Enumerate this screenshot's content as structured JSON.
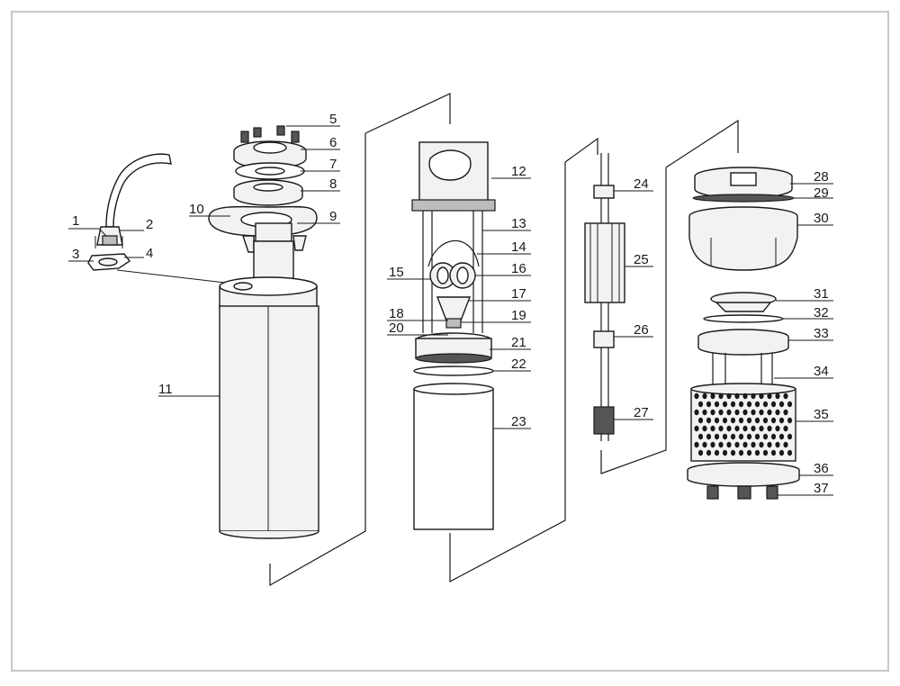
{
  "diagram": {
    "labels": [
      {
        "id": "1",
        "text": "1"
      },
      {
        "id": "2",
        "text": "2"
      },
      {
        "id": "3",
        "text": "3"
      },
      {
        "id": "4",
        "text": "4"
      },
      {
        "id": "5",
        "text": "5"
      },
      {
        "id": "6",
        "text": "6"
      },
      {
        "id": "7",
        "text": "7"
      },
      {
        "id": "8",
        "text": "8"
      },
      {
        "id": "9",
        "text": "9"
      },
      {
        "id": "10",
        "text": "10"
      },
      {
        "id": "11",
        "text": "11"
      },
      {
        "id": "12",
        "text": "12"
      },
      {
        "id": "13",
        "text": "13"
      },
      {
        "id": "14",
        "text": "14"
      },
      {
        "id": "15",
        "text": "15"
      },
      {
        "id": "16",
        "text": "16"
      },
      {
        "id": "17",
        "text": "17"
      },
      {
        "id": "18",
        "text": "18"
      },
      {
        "id": "19",
        "text": "19"
      },
      {
        "id": "20",
        "text": "20"
      },
      {
        "id": "21",
        "text": "21"
      },
      {
        "id": "22",
        "text": "22"
      },
      {
        "id": "23",
        "text": "23"
      },
      {
        "id": "24",
        "text": "24"
      },
      {
        "id": "25",
        "text": "25"
      },
      {
        "id": "26",
        "text": "26"
      },
      {
        "id": "27",
        "text": "27"
      },
      {
        "id": "28",
        "text": "28"
      },
      {
        "id": "29",
        "text": "29"
      },
      {
        "id": "30",
        "text": "30"
      },
      {
        "id": "31",
        "text": "31"
      },
      {
        "id": "32",
        "text": "32"
      },
      {
        "id": "33",
        "text": "33"
      },
      {
        "id": "34",
        "text": "34"
      },
      {
        "id": "35",
        "text": "35"
      },
      {
        "id": "36",
        "text": "36"
      },
      {
        "id": "37",
        "text": "37"
      }
    ]
  }
}
